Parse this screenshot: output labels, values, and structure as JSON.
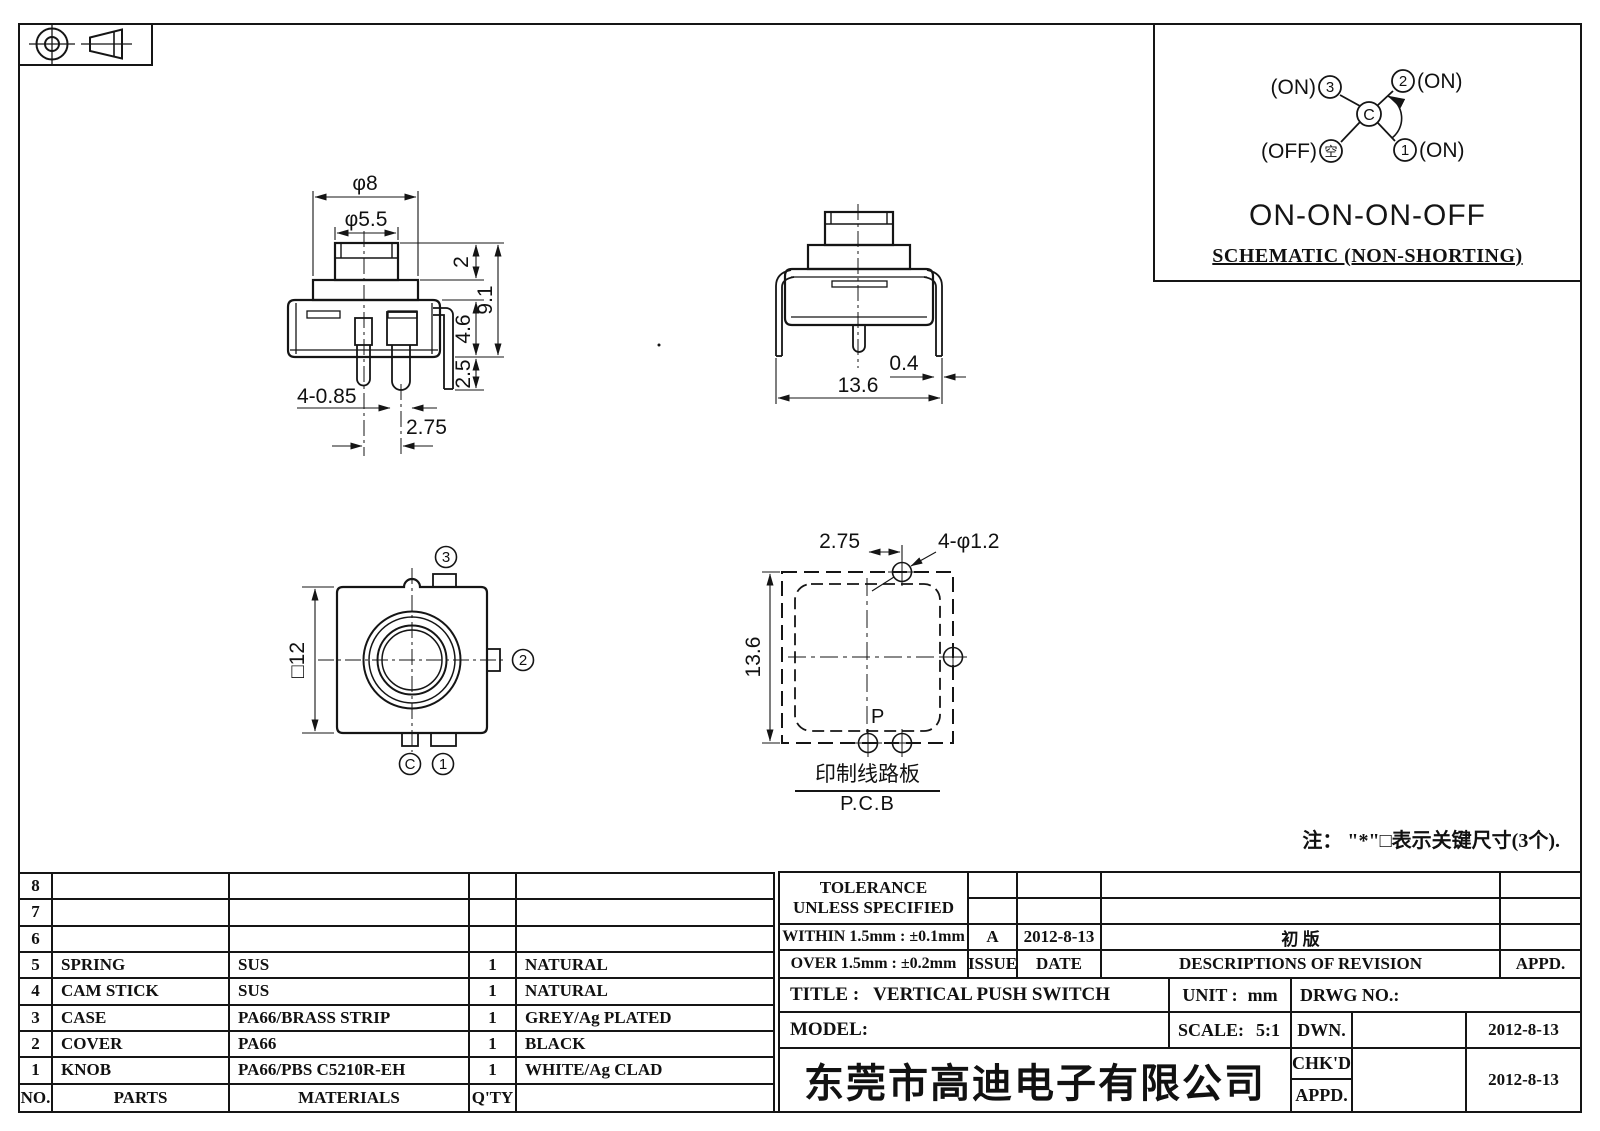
{
  "schematic": {
    "terminals": {
      "t3": {
        "num": "3",
        "state": "(ON)"
      },
      "t2": {
        "num": "2",
        "state": "(ON)"
      },
      "t_off": {
        "num": "空",
        "state": "(OFF)"
      },
      "t1": {
        "num": "1",
        "state": "(ON)"
      },
      "common": "C"
    },
    "function_label": "ON-ON-ON-OFF",
    "caption": "SCHEMATIC (NON-SHORTING)"
  },
  "front_view": {
    "dia_step": "φ8",
    "dia_knob": "φ5.5",
    "h_knob": "2",
    "h_total": "9.1",
    "h_body": "4.6",
    "h_pins": "2.5",
    "pin_size": "4-0.85",
    "pin_pitch": "2.75"
  },
  "side_view": {
    "leg_thickness": "0.4",
    "leg_span": "13.6"
  },
  "top_view": {
    "size": "□12",
    "t3": "3",
    "t2": "2",
    "tc": "C",
    "t1": "1"
  },
  "pcb_view": {
    "hole_pitch": "2.75",
    "holes": "4-φ1.2",
    "size": "13.6",
    "point": "P",
    "caption_cn": "印制线路板",
    "caption_en": "P.C.B"
  },
  "note": "注： \"*\"□表示关键尺寸(3个).",
  "parts_table": {
    "col_headers": {
      "no": "NO.",
      "parts": "PARTS",
      "materials": "MATERIALS",
      "qty": "Q'TY",
      "finish": ""
    },
    "rows": [
      {
        "no": "8",
        "part": "",
        "material": "",
        "qty": "",
        "finish": ""
      },
      {
        "no": "7",
        "part": "",
        "material": "",
        "qty": "",
        "finish": ""
      },
      {
        "no": "6",
        "part": "",
        "material": "",
        "qty": "",
        "finish": ""
      },
      {
        "no": "5",
        "part": "SPRING",
        "material": "SUS",
        "qty": "1",
        "finish": "NATURAL"
      },
      {
        "no": "4",
        "part": "CAM STICK",
        "material": "SUS",
        "qty": "1",
        "finish": "NATURAL"
      },
      {
        "no": "3",
        "part": "CASE",
        "material": "PA66/BRASS STRIP",
        "qty": "1",
        "finish": "GREY/Ag PLATED"
      },
      {
        "no": "2",
        "part": "COVER",
        "material": "PA66",
        "qty": "1",
        "finish": "BLACK"
      },
      {
        "no": "1",
        "part": "KNOB",
        "material": "PA66/PBS C5210R-EH",
        "qty": "1",
        "finish": "WHITE/Ag CLAD"
      }
    ]
  },
  "tolerance": {
    "title": "TOLERANCE",
    "subtitle": "UNLESS  SPECIFIED",
    "within": "WITHIN 1.5mm : ±0.1mm",
    "over": "OVER 1.5mm : ±0.2mm"
  },
  "revision": {
    "issue_label": "ISSUE",
    "date_label": "DATE",
    "desc_label": "DESCRIPTIONS OF REVISION",
    "appd_label": "APPD.",
    "rows": [
      {
        "issue": "A",
        "date": "2012-8-13",
        "desc": "初  版",
        "appd": ""
      }
    ]
  },
  "title_block": {
    "title_label": "TITLE :",
    "title": "VERTICAL PUSH SWITCH",
    "unit_label": "UNIT :",
    "unit": "mm",
    "drwg_label": "DRWG NO.:",
    "model_label": "MODEL:",
    "scale_label": "SCALE:",
    "scale": "5:1",
    "dwn_label": "DWN.",
    "dwn_date": "2012-8-13",
    "chkd_label": "CHK'D",
    "chkd_date": "2012-8-13",
    "appd_label": "APPD.",
    "appd_date": "",
    "company": "东莞市高迪电子有限公司"
  }
}
